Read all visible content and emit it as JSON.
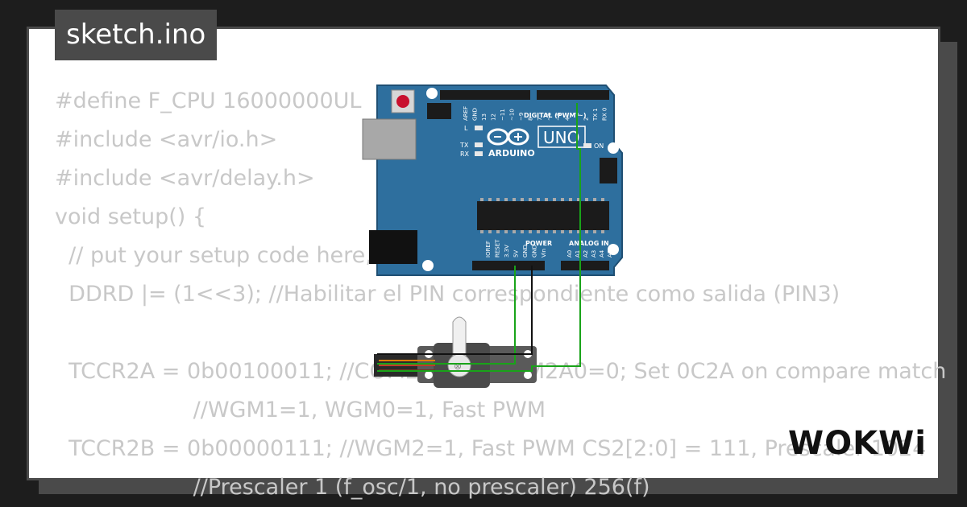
{
  "project": {
    "filename": "sketch.ino"
  },
  "code_lines": [
    "#define F_CPU 16000000UL",
    "#include <avr/io.h>",
    "#include <avr/delay.h>",
    "void setup() {",
    "  // put your setup code here, to run once:",
    "  DDRD |= (1<<3); //Habilitar el PIN correspondiente como salida (PIN3)",
    "",
    "  TCCR2A = 0b00100011; //COM2A1=1, COM2A0=0; Set 0C2A on compare match",
    "                    //WGM1=1, WGM0=1, Fast PWM",
    "  TCCR2B = 0b00000111; //WGM2=1, Fast PWM CS2[2:0] = 111, Prescaler 1024",
    "                    //Prescaler 1 (f_osc/1, no prescaler) 256(f)"
  ],
  "board": {
    "brand": "ARDUINO",
    "model": "UNO",
    "digital_header": "DIGITAL (PWM ~)",
    "power_header": "POWER",
    "analog_header": "ANALOG IN",
    "on_label": "ON",
    "led_l": "L",
    "led_tx": "TX",
    "led_rx": "RX",
    "digital_pins": [
      "AREF",
      "GND",
      "13",
      "12",
      "~11",
      "~10",
      "~9",
      "8",
      "7",
      "~6",
      "~5",
      "4",
      "~3",
      "2",
      "TX 1",
      "RX 0"
    ],
    "power_pins": [
      "IOREF",
      "RESET",
      "3.3V",
      "5V",
      "GND",
      "GND",
      "Vin"
    ],
    "analog_pins": [
      "A0",
      "A1",
      "A2",
      "A3",
      "A4",
      "A5"
    ]
  },
  "wires": [
    {
      "name": "signal",
      "color": "#19a319"
    },
    {
      "name": "power",
      "color": "#19a319"
    },
    {
      "name": "ground",
      "color": "#111111"
    }
  ],
  "brand_logo": "WOKWi"
}
